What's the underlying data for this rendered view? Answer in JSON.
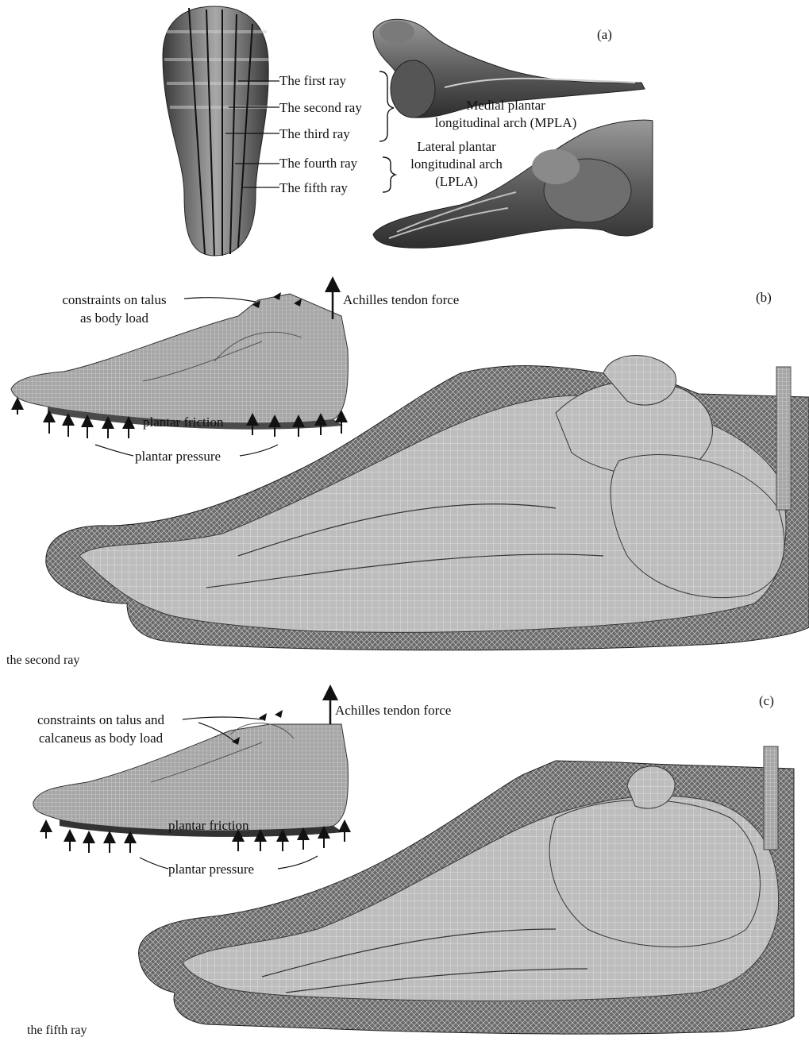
{
  "panel_a": {
    "tag": "(a)",
    "rays": [
      "The first ray",
      "The second ray",
      "The third ray",
      "The fourth ray",
      "The fifth ray"
    ],
    "mpla_line1": "Medial plantar",
    "mpla_line2": "longitudinal arch (MPLA)",
    "lpla_line1": "Lateral plantar",
    "lpla_line2": "longitudinal arch",
    "lpla_line3": "(LPLA)"
  },
  "panel_b": {
    "tag": "(b)",
    "constraint_line1": "constraints on talus",
    "constraint_line2": "as body load",
    "achilles": "Achilles tendon force",
    "friction": "plantar friction",
    "pressure": "plantar pressure",
    "caption": "the second ray"
  },
  "panel_c": {
    "tag": "(c)",
    "constraint_line1": "constraints on talus and",
    "constraint_line2": "calcaneus as body load",
    "achilles": "Achilles tendon force",
    "friction": "plantar friction",
    "pressure": "plantar pressure",
    "caption": "the fifth ray"
  },
  "colors": {
    "mesh_dark": "#5a5a5a",
    "mesh_mid": "#9a9a9a",
    "bone_light": "#c4c4c4",
    "line": "#111111"
  }
}
